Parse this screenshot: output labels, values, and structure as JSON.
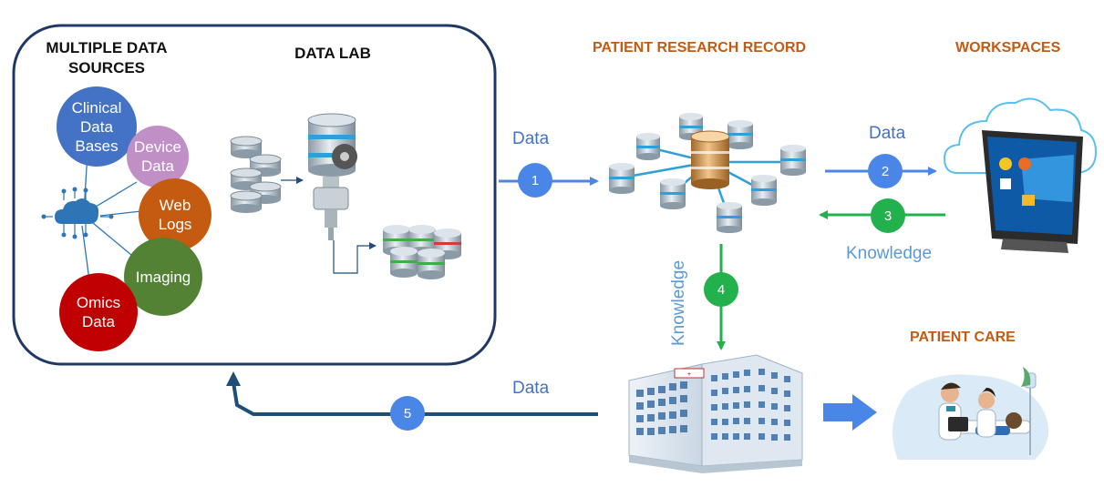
{
  "data_lab_box": {
    "sources_title": "MULTIPLE DATA\nSOURCES",
    "lab_title": "DATA LAB",
    "sources": [
      {
        "label": "Clinical\nData\nBases",
        "color": "#4472c4"
      },
      {
        "label": "Device\nData",
        "color": "#c08fc5"
      },
      {
        "label": "Web\nLogs",
        "color": "#c55a11"
      },
      {
        "label": "Imaging",
        "color": "#548235"
      },
      {
        "label": "Omics\nData",
        "color": "#c00000"
      }
    ]
  },
  "headers": {
    "patient_research_record": "PATIENT RESEARCH RECORD",
    "workspaces": "WORKSPACES",
    "patient_care": "PATIENT CARE"
  },
  "flows": {
    "data_1": "Data",
    "data_2": "Data",
    "knowledge_3": "Knowledge",
    "knowledge_4": "Knowledge",
    "data_5": "Data"
  },
  "steps": [
    {
      "number": "1",
      "color": "#4a86e8"
    },
    {
      "number": "2",
      "color": "#4a86e8"
    },
    {
      "number": "3",
      "color": "#22b14c"
    },
    {
      "number": "4",
      "color": "#22b14c"
    },
    {
      "number": "5",
      "color": "#4a86e8"
    }
  ],
  "colors": {
    "blue_arrow": "#4a86e8",
    "green_arrow": "#22b14c",
    "navy_arrow": "#1f4e79",
    "header_orange": "#c55a11"
  }
}
